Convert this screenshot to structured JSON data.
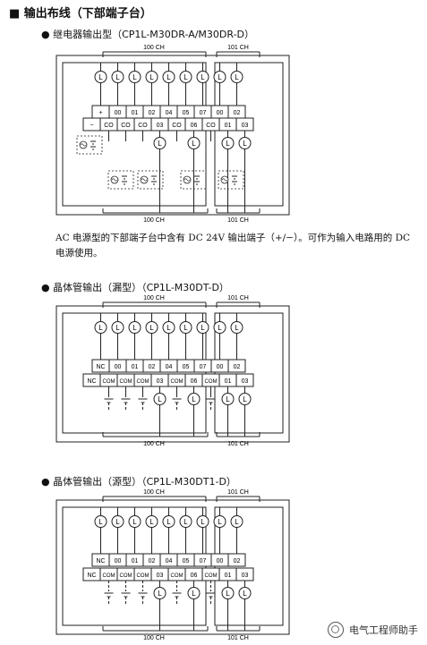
{
  "page": {
    "heading": "■ 输出布线（下部端子台）",
    "sections": [
      {
        "title": "● 继电器输出型（CP1L-M30DR-A/M30DR-D）"
      },
      {
        "title": "● 晶体管输出（漏型）（CP1L-M30DT-D）"
      },
      {
        "title": "● 晶体管输出（源型）（CP1L-M30DT1-D）"
      }
    ],
    "note": "AC 电源型的下部端子台中含有 DC 24V 输出端子（+/−）。可作为输入电路用的 DC 电源使用。",
    "watermark": "电气工程师助手"
  },
  "diagrams": [
    {
      "row1": [
        "+",
        "00",
        "01",
        "02",
        "04",
        "05",
        "07",
        "00",
        "02"
      ],
      "row2": [
        "−",
        "CO",
        "CO",
        "CO",
        "03",
        "CO",
        "06",
        "CO",
        "01",
        "03"
      ],
      "ch100": "100 CH",
      "ch101": "101 CH",
      "load": "L"
    },
    {
      "row1": [
        "NC",
        "00",
        "01",
        "02",
        "04",
        "05",
        "07",
        "00",
        "02"
      ],
      "row2": [
        "NC",
        "COM",
        "COM",
        "COM",
        "03",
        "COM",
        "06",
        "COM",
        "01",
        "03"
      ],
      "ch100": "100 CH",
      "ch101": "101 CH",
      "load": "L"
    },
    {
      "row1": [
        "NC",
        "00",
        "01",
        "02",
        "04",
        "05",
        "07",
        "00",
        "02"
      ],
      "row2": [
        "NC",
        "COM",
        "COM",
        "COM",
        "03",
        "COM",
        "06",
        "COM",
        "01",
        "03"
      ],
      "ch100": "100 CH",
      "ch101": "101 CH",
      "load": "L"
    }
  ]
}
